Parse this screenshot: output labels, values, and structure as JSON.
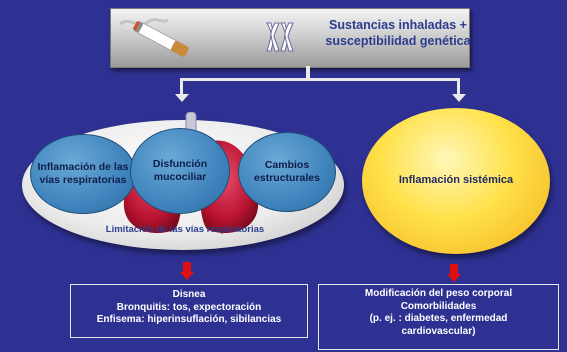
{
  "banner": {
    "text": "Sustancias inhaladas + susceptibilidad genética"
  },
  "left_group": {
    "bubbles": [
      "Inflamación de las vías respiratorias",
      "Disfunción mucociliar",
      "Cambios estructurales"
    ],
    "label": "Limitación de las vías respiratorias"
  },
  "right_group": {
    "label": "Inflamación sistémica"
  },
  "bottom_left": {
    "lines": [
      "Disnea",
      "Bronquitis: tos, expectoración",
      "Enfisema: hiperinsuflación, sibilancias"
    ]
  },
  "bottom_right": {
    "lines": [
      "Modificación del peso corporal",
      "Comorbilidades",
      "(p. ej. : diabetes, enfermedad",
      "cardiovascular)"
    ]
  },
  "icons": [
    "cigarette-icon",
    "chromosome-icon",
    "lungs-icon",
    "arrow-down-icon"
  ],
  "colors": {
    "background": "#2e3192",
    "bubble": "#3f84bd",
    "yellow": "#ffe14a",
    "arrow": "#e01010",
    "title_text": "#2b3d8c"
  }
}
